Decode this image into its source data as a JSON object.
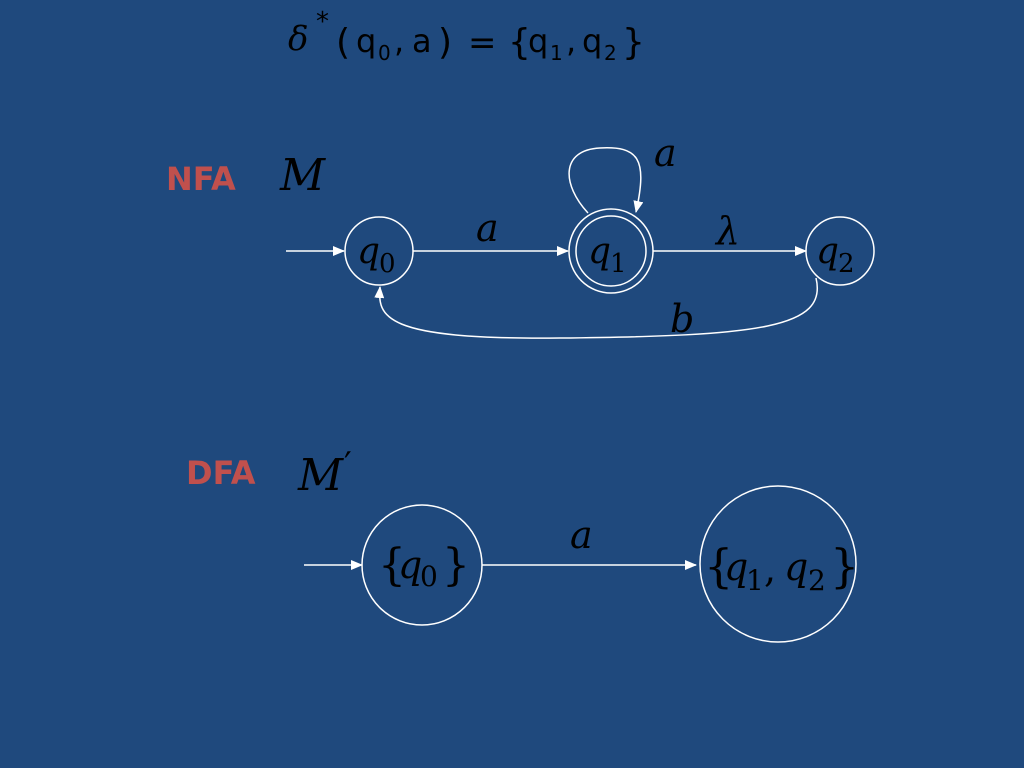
{
  "formula": {
    "delta": "δ",
    "star": "*",
    "open_paren": "(",
    "arg_state": "q",
    "arg_state_sub": "0",
    "comma1": ",",
    "arg_symbol": "a",
    "close_paren": ")",
    "equals": "=",
    "set_open": "{",
    "result_state1": "q",
    "result_state1_sub": "1",
    "comma2": ",",
    "result_state2": "q",
    "result_state2_sub": "2",
    "set_close": "}"
  },
  "nfa": {
    "label": "NFA",
    "machine": "M",
    "states": [
      {
        "name": "q",
        "sub": "0",
        "accepting": false,
        "initial": true
      },
      {
        "name": "q",
        "sub": "1",
        "accepting": true,
        "initial": false
      },
      {
        "name": "q",
        "sub": "2",
        "accepting": false,
        "initial": false
      }
    ],
    "transitions": [
      {
        "from": "q0",
        "to": "q1",
        "symbol": "a"
      },
      {
        "from": "q1",
        "to": "q1",
        "symbol": "a"
      },
      {
        "from": "q1",
        "to": "q2",
        "symbol": "λ"
      },
      {
        "from": "q2",
        "to": "q0",
        "symbol": "b"
      }
    ]
  },
  "dfa": {
    "label": "DFA",
    "machine": "M",
    "machine_prime": "′",
    "states": [
      {
        "open": "{",
        "name": "q",
        "sub": "0",
        "close": "}",
        "initial": true
      },
      {
        "open": "{",
        "name1": "q",
        "sub1": "1",
        "sep": ",",
        "name2": "q",
        "sub2": "2",
        "close": "}",
        "initial": false
      }
    ],
    "transitions": [
      {
        "from": "{q0}",
        "to": "{q1,q2}",
        "symbol": "a"
      }
    ]
  },
  "colors": {
    "background": "#1f497d",
    "line": "#ffffff",
    "label": "#c0504d",
    "text": "#000000"
  }
}
